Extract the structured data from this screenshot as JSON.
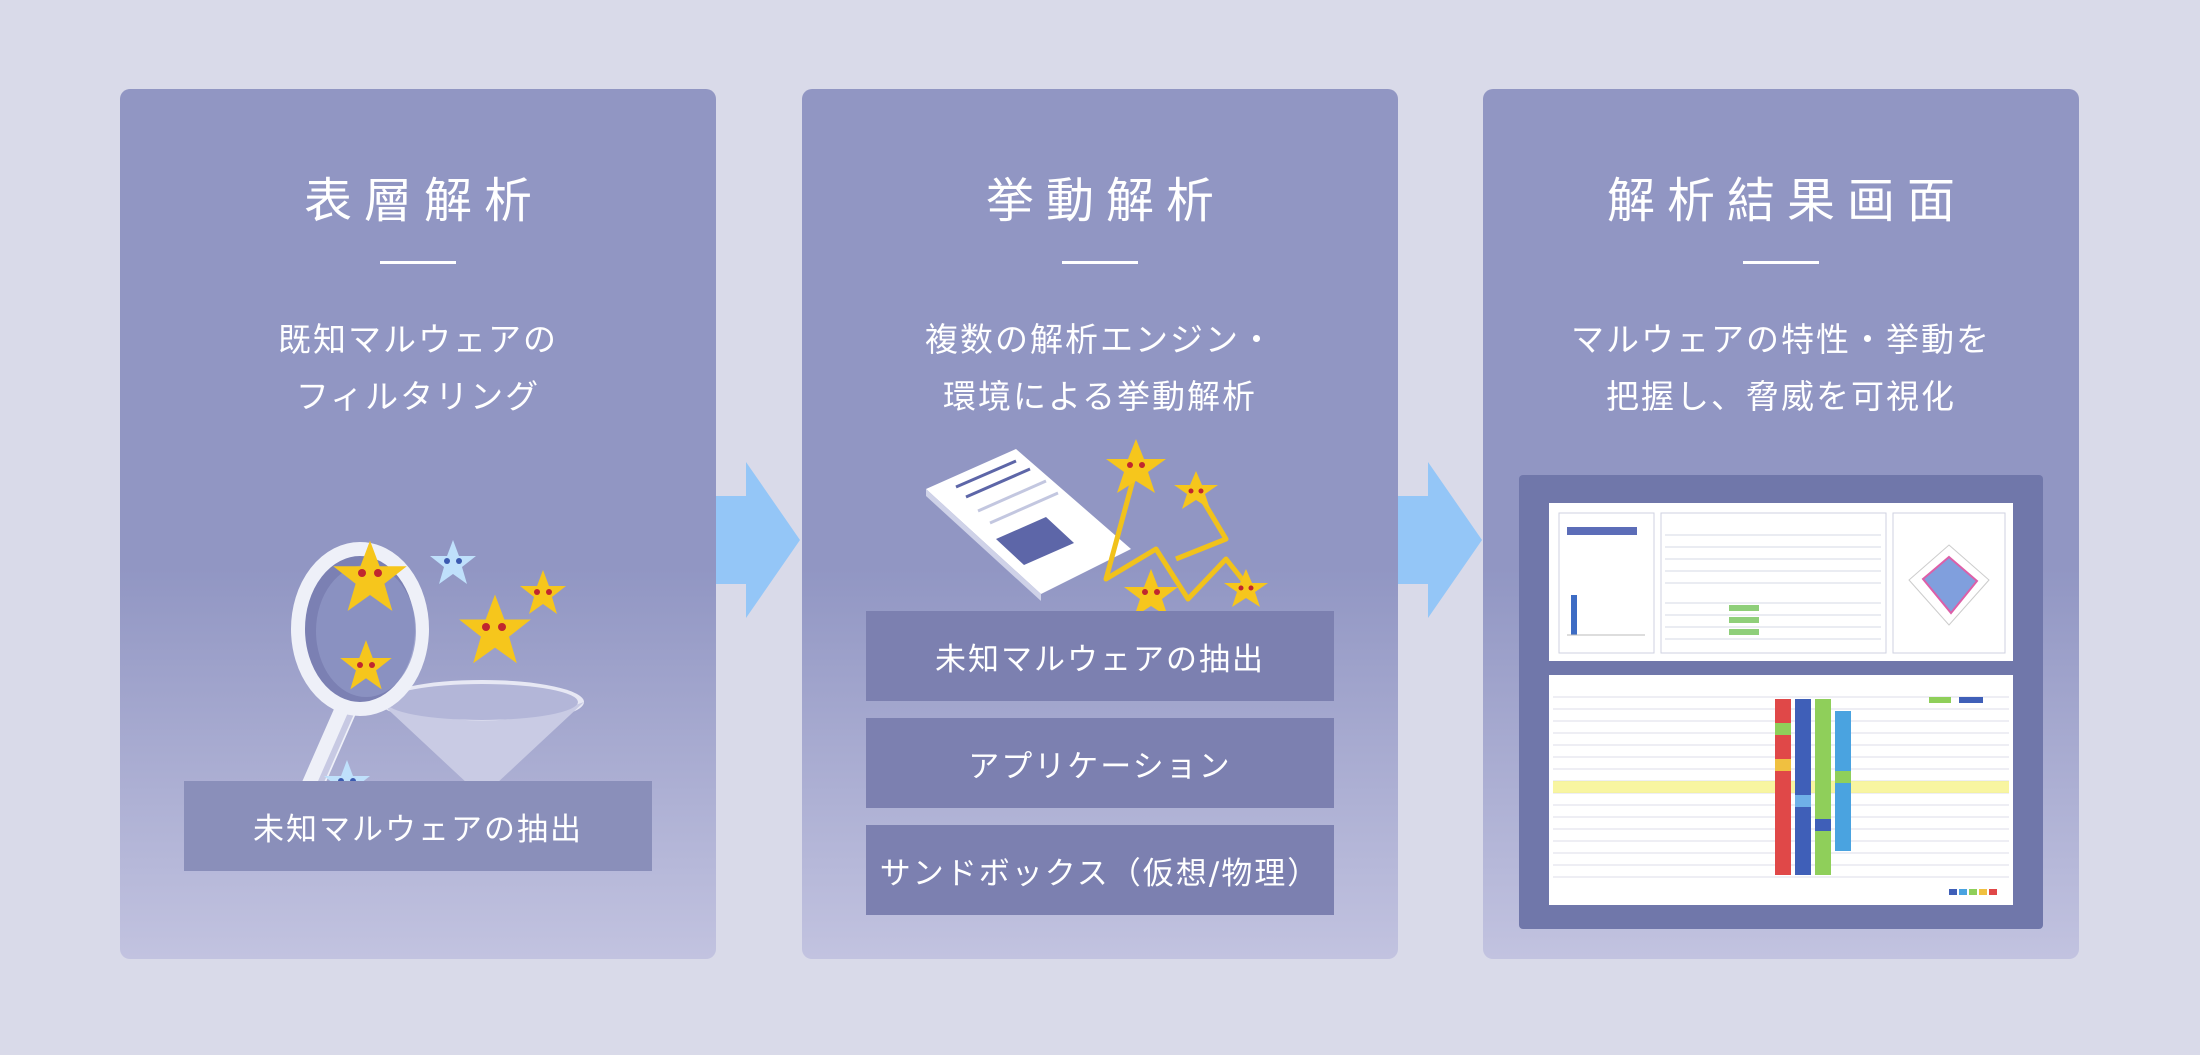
{
  "panels": [
    {
      "title": "表層解析",
      "desc_lines": [
        "既知マルウェアの",
        "フィルタリング"
      ],
      "boxes": [
        "未知マルウェアの抽出"
      ]
    },
    {
      "title": "挙動解析",
      "desc_lines": [
        "複数の解析エンジン・",
        "環境による挙動解析"
      ],
      "boxes": [
        "未知マルウェアの抽出",
        "アプリケーション",
        "サンドボックス（仮想/物理）"
      ]
    },
    {
      "title": "解析結果画面",
      "desc_lines": [
        "マルウェアの特性・挙動を",
        "把握し、脅威を可視化"
      ],
      "boxes": []
    }
  ],
  "colors": {
    "background": "#d9dae9",
    "panel": "#9196c3",
    "box": "#7c80b0",
    "arrow": "#94c6f7",
    "star_yellow": "#f6c61c",
    "star_blue": "#bfe0fb"
  },
  "icons": [
    "magnifier-icon",
    "funnel-icon",
    "angry-star-icon",
    "document-icon",
    "flow-arrow-icon",
    "report-screen-icon"
  ]
}
